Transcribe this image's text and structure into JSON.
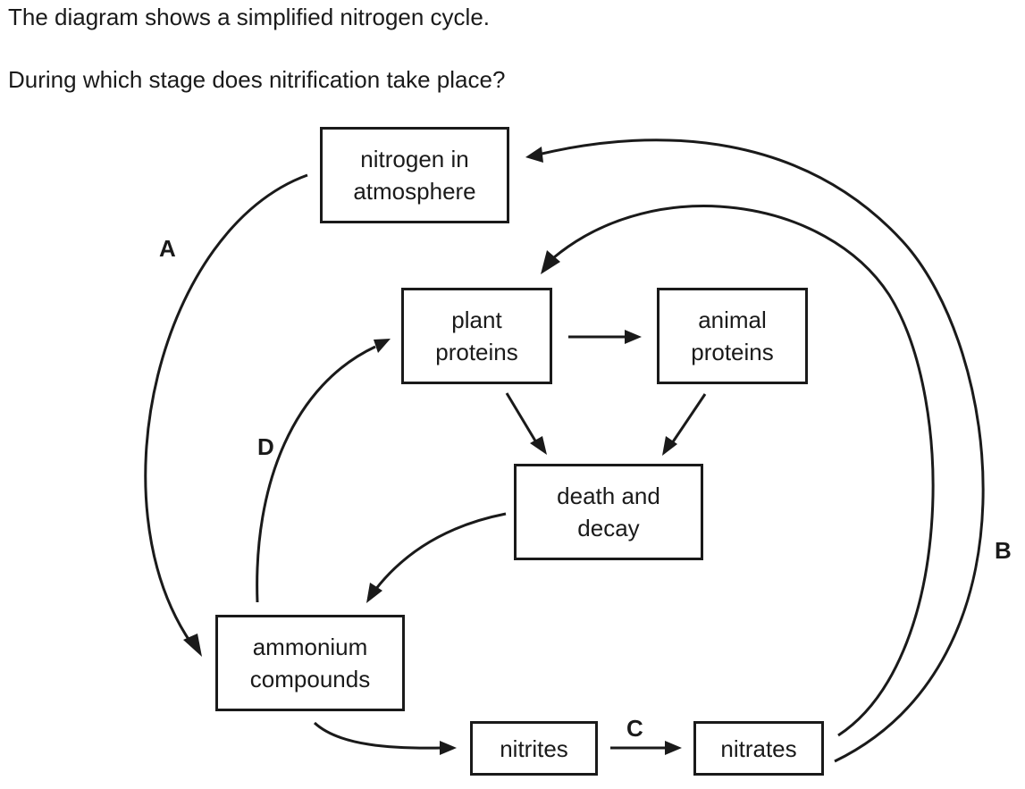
{
  "question": {
    "intro": "The diagram shows a simplified nitrogen cycle.",
    "prompt": "During which stage does nitrification take place?"
  },
  "nodes": {
    "nitrogen_atmosphere": {
      "line1": "nitrogen in",
      "line2": "atmosphere"
    },
    "plant_proteins": {
      "line1": "plant",
      "line2": "proteins"
    },
    "animal_proteins": {
      "line1": "animal",
      "line2": "proteins"
    },
    "death_decay": {
      "line1": "death and",
      "line2": "decay"
    },
    "ammonium_compounds": {
      "line1": "ammonium",
      "line2": "compounds"
    },
    "nitrites": {
      "label": "nitrites"
    },
    "nitrates": {
      "label": "nitrates"
    }
  },
  "stages": {
    "a": "A",
    "b": "B",
    "c": "C",
    "d": "D"
  }
}
